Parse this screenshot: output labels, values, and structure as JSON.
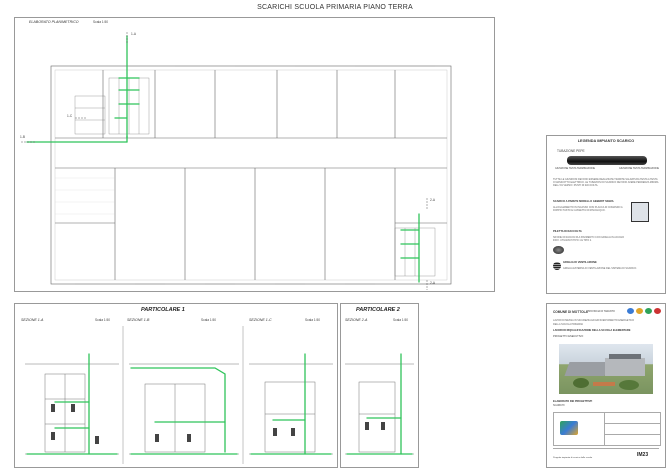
{
  "page_title": "SCARICHI SCUOLA PRIMARIA PIANO TERRA",
  "plan": {
    "title": "ELABORATO PLANIMETRICO",
    "scale": "Scala 1:50",
    "markers": [
      "1-A",
      "1-B",
      "1-C",
      "2-A",
      "2-A"
    ]
  },
  "particolare1": {
    "title": "PARTICOLARE 1",
    "sections": [
      {
        "label": "SEZIONE 1-A",
        "scale": "Scala 1:50"
      },
      {
        "label": "SEZIONE 1-B",
        "scale": "Scala 1:50"
      },
      {
        "label": "SEZIONE 1-C",
        "scale": "Scala 1:50"
      }
    ]
  },
  "particolare2": {
    "title": "PARTICOLARE 2",
    "sections": [
      {
        "label": "SEZIONE 2-A",
        "scale": "Scala 1:50"
      }
    ]
  },
  "legend": {
    "title": "LEGENDA IMPIANTO SCARICO",
    "pipe_label": "TUBAZIONE PEPE",
    "left_caption": "GIUNZIONE TESTA TERMINAZIONE",
    "right_caption": "GIUNZIONE TESTA TERMINAZIONE",
    "description": "TUTTE LE GIUNZIONI DEVONO ESSERE REALIZZATE TRAMITE SALDATURA TESTA A TESTA O MANICOTTO ELETTRICO. LE TUBAZIONI DI SCARICO DEVONO AVERE PENDENZA MINIMA DELL'1% VERSO I PUNTI DI RACCOLTA.",
    "items": [
      {
        "title": "SCARICO A PARETE MODELLO GEBERIT SIGMA",
        "text": "ALLOGGIAMENTO IN INCASSO CON PLACCA DI COMANDO A DOPPIO TASTO E CASSETTA DI RISCIACQUO."
      },
      {
        "title": "PILETTA DI RACCOLTA",
        "text": "SIFONE DI RACCOLTA A PAVIMENTO CON GRIGLIA IN ACCIAIO INOX. UTILIZZATI TIPO 1 E TIPO 2."
      },
      {
        "title": "GRIGLIA DI VENTILAZIONE",
        "text": "GRIGLIA ESTERNA DI VENTILAZIONE DEL SISTEMA DI SCARICO."
      }
    ]
  },
  "cartouche": {
    "header": "COMUNE DI MOTTOLA",
    "subheader": "PROVINCIA DI TARANTO",
    "project_lines": [
      "LAVORI DI MESSA IN SICUREZZA ED EFFICIENTAMENTO ENERGETICO",
      "DELLA SCUOLA PRIMARIA",
      "LAVORI DI RIQUALIFICAZIONE DELLA SCUOLA ELEMENTARE"
    ],
    "phase": "PROGETTO ESECUTIVO",
    "drawing_title": "ELABORATO DEI PROGETTISTI",
    "drawing_subtitle": "SCARICHI",
    "code": "IM23",
    "footer": "Progetto impianto di scarico della scuola"
  },
  "colors": {
    "pipe": "#2fc45a",
    "pipe_dark": "#1f8f3f",
    "line": "#666666",
    "grid": "#bbbbbb"
  }
}
